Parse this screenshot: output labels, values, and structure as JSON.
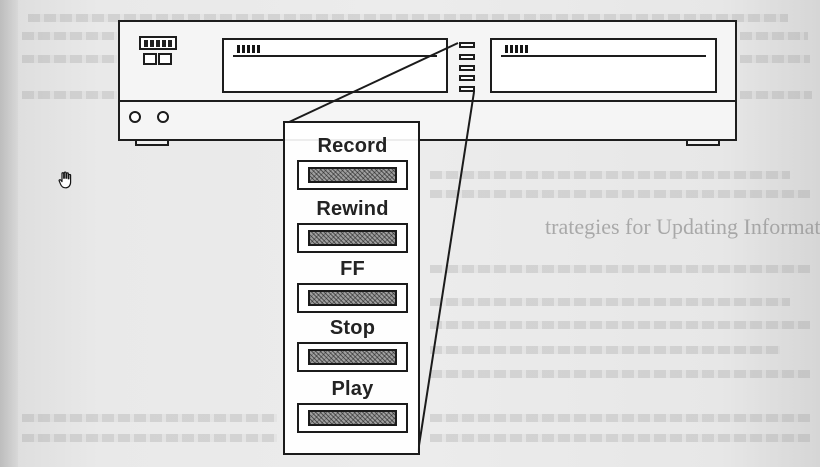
{
  "diagram": {
    "background_heading": "trategies for Updating Informat",
    "controls": [
      {
        "label": "Record"
      },
      {
        "label": "Rewind"
      },
      {
        "label": "FF"
      },
      {
        "label": "Stop"
      },
      {
        "label": "Play"
      }
    ]
  },
  "icons": {
    "cursor": "hand-pointer-icon"
  },
  "colors": {
    "ink": "#1d1d1d",
    "paper": "#ececec",
    "button_fill": "#9f9f9f"
  }
}
